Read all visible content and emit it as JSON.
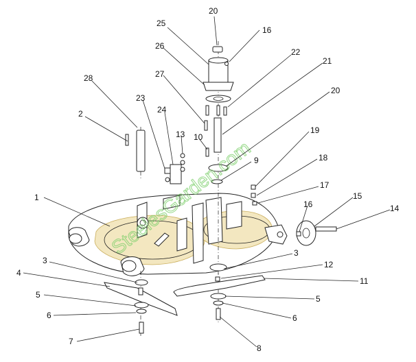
{
  "watermark": "SteelesGarden.com",
  "callouts": [
    {
      "id": "c20a",
      "label": "20"
    },
    {
      "id": "c25",
      "label": "25"
    },
    {
      "id": "c16a",
      "label": "16"
    },
    {
      "id": "c26",
      "label": "26"
    },
    {
      "id": "c22",
      "label": "22"
    },
    {
      "id": "c21",
      "label": "21"
    },
    {
      "id": "c27",
      "label": "27"
    },
    {
      "id": "c28",
      "label": "28"
    },
    {
      "id": "c20b",
      "label": "20"
    },
    {
      "id": "c23",
      "label": "23"
    },
    {
      "id": "c24",
      "label": "24"
    },
    {
      "id": "c2",
      "label": "2"
    },
    {
      "id": "c13",
      "label": "13"
    },
    {
      "id": "c19",
      "label": "19"
    },
    {
      "id": "c10",
      "label": "10"
    },
    {
      "id": "c9",
      "label": "9"
    },
    {
      "id": "c18",
      "label": "18"
    },
    {
      "id": "c17",
      "label": "17"
    },
    {
      "id": "c1",
      "label": "1"
    },
    {
      "id": "c15",
      "label": "15"
    },
    {
      "id": "c16b",
      "label": "16"
    },
    {
      "id": "c14",
      "label": "14"
    },
    {
      "id": "c3a",
      "label": "3"
    },
    {
      "id": "c3b",
      "label": "3"
    },
    {
      "id": "c12",
      "label": "12"
    },
    {
      "id": "c4",
      "label": "4"
    },
    {
      "id": "c11",
      "label": "11"
    },
    {
      "id": "c5a",
      "label": "5"
    },
    {
      "id": "c5b",
      "label": "5"
    },
    {
      "id": "c6a",
      "label": "6"
    },
    {
      "id": "c6b",
      "label": "6"
    },
    {
      "id": "c7",
      "label": "7"
    },
    {
      "id": "c8",
      "label": "8"
    }
  ]
}
